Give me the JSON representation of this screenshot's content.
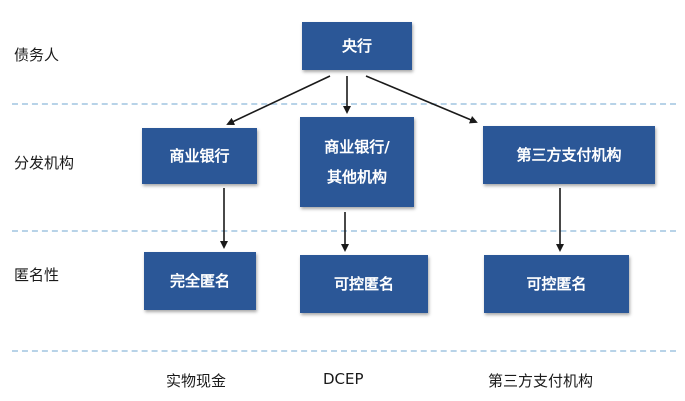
{
  "row_labels": {
    "debtor": "债务人",
    "distribution": "分发机构",
    "anonymity": "匿名性"
  },
  "nodes": {
    "central_bank": "央行",
    "commercial_bank": "商业银行",
    "commercial_other": "商业银行/\n其他机构",
    "third_party": "第三方支付机构",
    "fully_anonymous": "完全匿名",
    "controllable_1": "可控匿名",
    "controllable_2": "可控匿名"
  },
  "footer": {
    "physical_cash": "实物现金",
    "dcep": "DCEP",
    "third_party": "第三方支付机构"
  },
  "colors": {
    "node_fill": "#2b5797",
    "divider": "#b8d3e8",
    "arrow": "#1a1a1a"
  }
}
